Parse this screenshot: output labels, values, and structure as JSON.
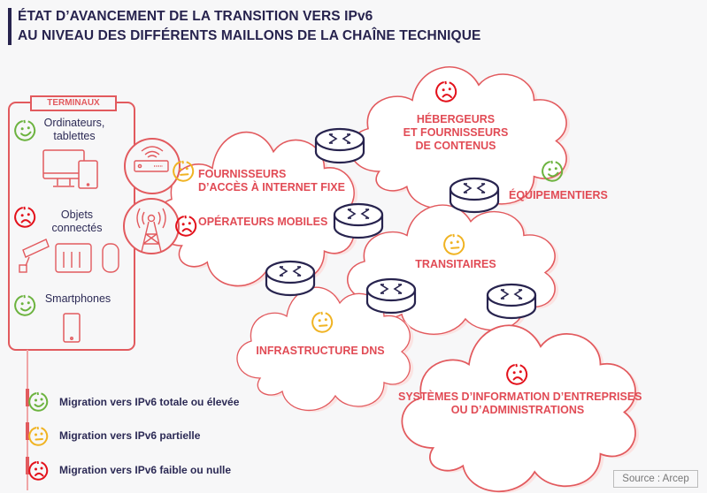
{
  "title": {
    "line1": "ÉTAT D’AVANCEMENT DE LA TRANSITION VERS IPv6",
    "line2": "AU NIVEAU DES DIFFÉRENTS MAILLONS DE LA CHAÎNE TECHNIQUE"
  },
  "colors": {
    "title": "#27234e",
    "accent_red": "#e14b55",
    "status_high": "#6cb33f",
    "status_partial": "#f0b323",
    "status_low": "#e3111b",
    "router": "#27234e"
  },
  "terminals": {
    "header": "TERMINAUX",
    "items": [
      {
        "label_line1": "Ordinateurs,",
        "label_line2": "tablettes",
        "status": "high",
        "icon": "computer-tablet-icon"
      },
      {
        "label_line1": "Objets",
        "label_line2": "connectés",
        "status": "low",
        "icon": "iot-devices-icon"
      },
      {
        "label_line1": "Smartphones",
        "label_line2": "",
        "status": "high",
        "icon": "smartphone-icon"
      }
    ]
  },
  "actors": [
    {
      "id": "fai",
      "line1": "FOURNISSEURS",
      "line2": "D’ACCÈS À INTERNET FIXE",
      "status": "partial",
      "icon": "router-box-icon"
    },
    {
      "id": "mobile",
      "line1": "OPÉRATEURS MOBILES",
      "status": "low",
      "icon": "cell-tower-icon"
    },
    {
      "id": "hosting",
      "line1": "HÉBERGEURS",
      "line2": "ET FOURNISSEURS",
      "line3": "DE CONTENUS",
      "status": "low"
    },
    {
      "id": "equip",
      "line1": "ÉQUIPEMENTIERS",
      "status": "high"
    },
    {
      "id": "transit",
      "line1": "TRANSITAIRES",
      "status": "partial"
    },
    {
      "id": "dns",
      "line1": "INFRASTRUCTURE DNS",
      "status": "partial"
    },
    {
      "id": "si",
      "line1": "SYSTÈMES D’INFORMATION D’ENTREPRISES",
      "line2": "OU D’ADMINISTRATIONS",
      "status": "low"
    }
  ],
  "legend": [
    {
      "status": "high",
      "label": "Migration vers IPv6 totale ou élevée"
    },
    {
      "status": "partial",
      "label": "Migration vers IPv6 partielle"
    },
    {
      "status": "low",
      "label": "Migration vers IPv6 faible ou nulle"
    }
  ],
  "source": "Source : Arcep"
}
